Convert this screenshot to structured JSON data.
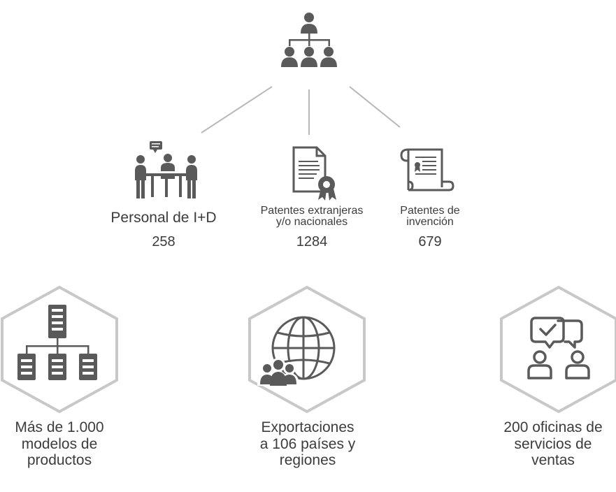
{
  "org": {
    "icon": "org-chart-icon",
    "items": [
      {
        "label_lines": [
          "Personal de I+D"
        ],
        "value": "258",
        "icon": "meeting-team-icon"
      },
      {
        "label_lines": [
          "Patentes extranjeras",
          "y/o nacionales"
        ],
        "value": "1284",
        "icon": "certificate-document-icon"
      },
      {
        "label_lines": [
          "Patentes de",
          "invención"
        ],
        "value": "679",
        "icon": "scroll-diploma-icon"
      }
    ]
  },
  "stats": [
    {
      "lines": [
        "Más de 1.000",
        "modelos de",
        "productos"
      ],
      "icon": "product-hierarchy-icon"
    },
    {
      "lines": [
        "Exportaciones",
        "a 106 países y",
        "regiones"
      ],
      "icon": "globe-people-icon"
    },
    {
      "lines": [
        "200 oficinas de",
        "servicios de",
        "ventas"
      ],
      "icon": "service-chat-icon"
    }
  ],
  "colors": {
    "icon": "#5a5a5a",
    "line": "#b8b8b8",
    "hex_border": "#c8c8c8",
    "text": "#3c3c3c"
  }
}
